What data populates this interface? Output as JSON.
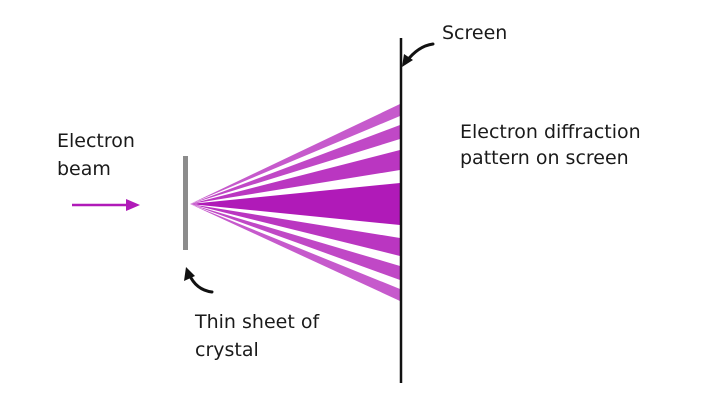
{
  "labels": {
    "beam": [
      "Electron",
      "beam"
    ],
    "screen": "Screen",
    "pattern": [
      "Electron diffraction",
      "pattern on screen"
    ],
    "crystal": [
      "Thin sheet of",
      "crystal"
    ]
  },
  "colors": {
    "beam": "#b01ab8",
    "fringe": "#b01ab8",
    "crystal": "#8c8c8c",
    "screen": "#111111",
    "text": "#1a1a1a"
  },
  "icons": {
    "screen_pointer": "curved-arrow-icon",
    "crystal_pointer": "curved-arrow-icon"
  }
}
